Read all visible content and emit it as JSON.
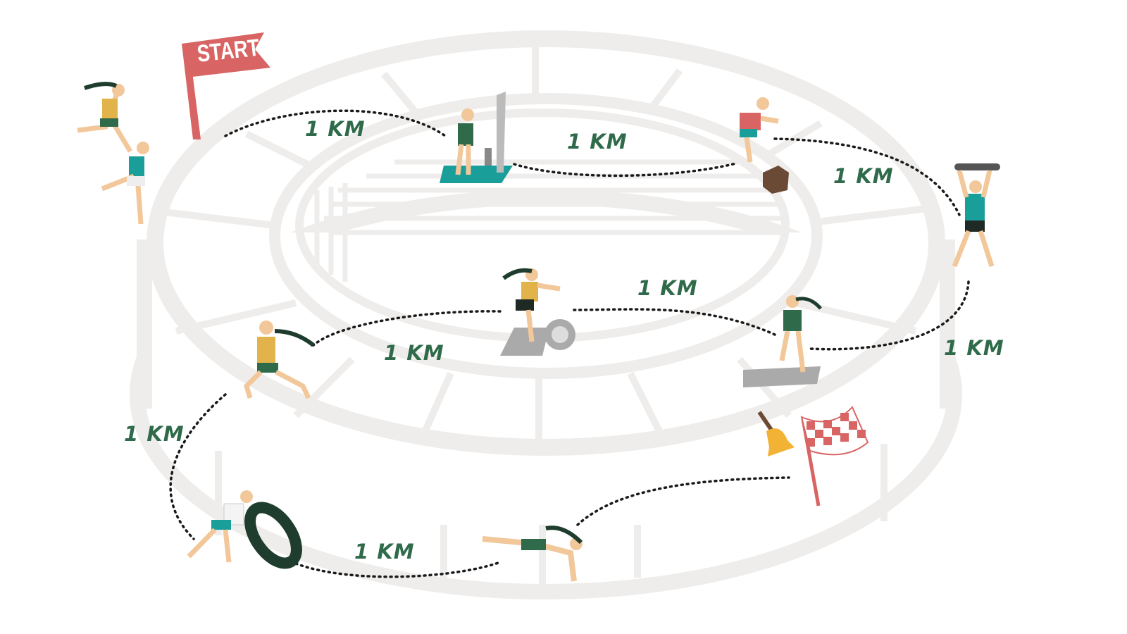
{
  "start_flag": {
    "label": "START"
  },
  "distance_labels": [
    "1 KM",
    "1 KM",
    "1 KM",
    "1 KM",
    "1 KM",
    "1 KM",
    "1 KM",
    "1 KM"
  ],
  "stations": [
    {
      "icon": "runners-icon"
    },
    {
      "icon": "ski-erg-icon"
    },
    {
      "icon": "box-jump-icon"
    },
    {
      "icon": "overhead-plate-carry-icon"
    },
    {
      "icon": "step-up-icon"
    },
    {
      "icon": "bike-erg-icon"
    },
    {
      "icon": "dumbbell-lunge-icon"
    },
    {
      "icon": "tire-flip-icon"
    },
    {
      "icon": "plank-icon"
    },
    {
      "icon": "bell-icon"
    },
    {
      "icon": "finish-flag-icon"
    }
  ],
  "colors": {
    "accent_red": "#d96464",
    "label_green": "#2f6b4a",
    "stadium": "#efedeb",
    "teal": "#1a9e9a",
    "mustard": "#e2b34a"
  }
}
